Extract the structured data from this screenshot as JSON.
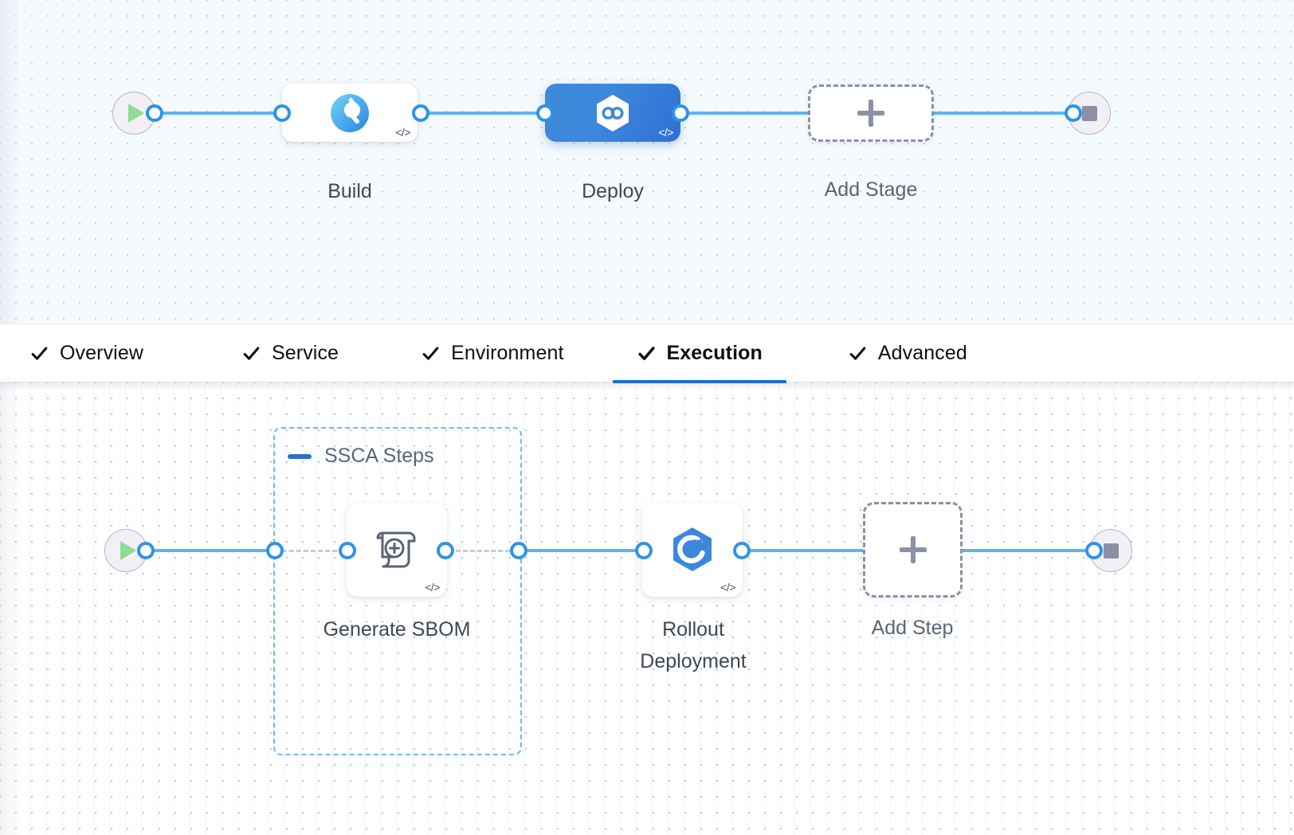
{
  "stage_pipeline": {
    "start_node": {
      "icon": "play-icon",
      "name": "pipeline-start"
    },
    "end_node": {
      "icon": "stop-icon",
      "name": "pipeline-end"
    },
    "nodes": [
      {
        "id": "build",
        "label": "Build",
        "icon": "build-scan-icon",
        "badge": "</>",
        "selected": false,
        "type": "stage"
      },
      {
        "id": "deploy",
        "label": "Deploy",
        "icon": "harness-deploy-icon",
        "badge": "</>",
        "selected": true,
        "type": "stage"
      },
      {
        "id": "add-stage",
        "label": "Add Stage",
        "icon": "plus-icon",
        "badge": "",
        "selected": false,
        "type": "add"
      }
    ]
  },
  "tabs": {
    "items": [
      {
        "id": "overview",
        "label": "Overview",
        "check": "check-icon",
        "active": false
      },
      {
        "id": "service",
        "label": "Service",
        "check": "check-icon",
        "active": false
      },
      {
        "id": "environment",
        "label": "Environment",
        "check": "check-icon",
        "active": false
      },
      {
        "id": "execution",
        "label": "Execution",
        "check": "check-icon",
        "active": true
      },
      {
        "id": "advanced",
        "label": "Advanced",
        "check": "check-icon",
        "active": false
      }
    ]
  },
  "steps_pipeline": {
    "start_node": {
      "icon": "play-icon",
      "name": "steps-start"
    },
    "end_node": {
      "icon": "stop-icon",
      "name": "steps-end"
    },
    "group": {
      "id": "ssca-steps",
      "title": "SSCA Steps",
      "collapse_icon": "collapse-minus-icon",
      "border_color": "#6bb9f0"
    },
    "nodes": [
      {
        "id": "generate-sbom",
        "label": "Generate SBOM",
        "icon": "sbom-scroll-plus-icon",
        "badge": "</>",
        "type": "step",
        "in_group": true
      },
      {
        "id": "rollout-deployment",
        "label": "Rollout Deployment",
        "icon": "rollout-hexagon-icon",
        "badge": "</>",
        "type": "step",
        "in_group": false
      },
      {
        "id": "add-step",
        "label": "Add Step",
        "icon": "plus-icon",
        "badge": "",
        "type": "add",
        "in_group": false
      }
    ]
  },
  "colors": {
    "edge": "#5fb4f0",
    "port_ring": "#2f93e8",
    "accent_node": "#3c87da",
    "active_tab_underline": "#1c6fd0",
    "group_border": "#6bb9f0",
    "add_node_border": "#8b90a6",
    "canvas_top_bg": "#f4fafd",
    "canvas_bottom_bg": "#ffffff",
    "play_green": "#8fdc93",
    "stop_gray": "#8e8fa5"
  }
}
